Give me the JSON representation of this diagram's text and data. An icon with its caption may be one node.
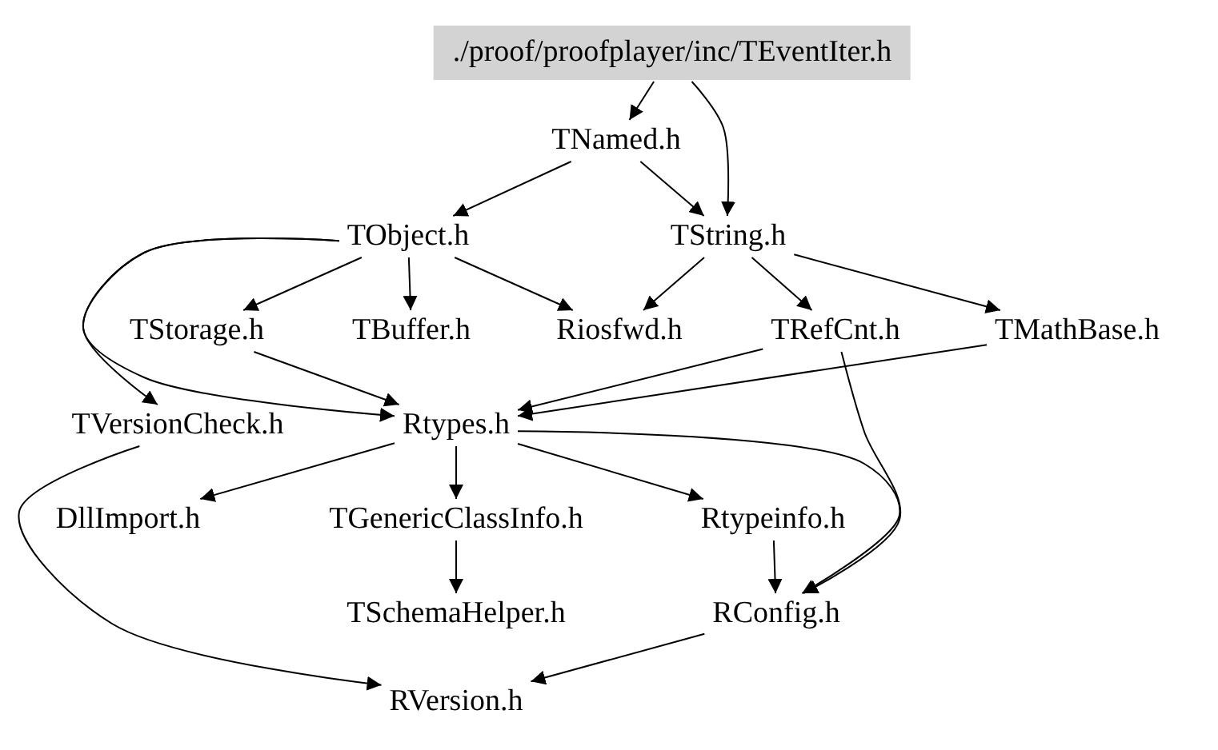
{
  "diagram": {
    "nodes": [
      {
        "text": [
          "./proof/proofplayer/inc/TEventIter.h"
        ]
      },
      {
        "text": [
          "TNamed.h"
        ]
      },
      {
        "text": [
          "TObject.h"
        ]
      },
      {
        "text": [
          "TString.h"
        ]
      },
      {
        "text": [
          "TStorage.h"
        ]
      },
      {
        "text": [
          "TBuffer.h"
        ]
      },
      {
        "text": [
          "Riosfwd.h"
        ]
      },
      {
        "text": [
          "TRefCnt.h"
        ]
      },
      {
        "text": [
          "TMathBase.h"
        ]
      },
      {
        "text": [
          "TVersionCheck.h"
        ]
      },
      {
        "text": [
          "Rtypes.h"
        ]
      },
      {
        "text": [
          "DllImport.h"
        ]
      },
      {
        "text": [
          "TGenericClassInfo.h"
        ]
      },
      {
        "text": [
          "Rtypeinfo.h"
        ]
      },
      {
        "text": [
          "TSchemaHelper.h"
        ]
      },
      {
        "text": [
          "RConfig.h"
        ]
      },
      {
        "text": [
          "RVersion.h"
        ]
      }
    ],
    "edges": [
      {
        "from": 0,
        "to": 1,
        "arrow": "to"
      },
      {
        "from": 0,
        "to": 3,
        "arrow": "to"
      },
      {
        "from": 1,
        "to": 2,
        "arrow": "to"
      },
      {
        "from": 1,
        "to": 3,
        "arrow": "to"
      },
      {
        "from": 2,
        "to": 4,
        "arrow": "to"
      },
      {
        "from": 2,
        "to": 5,
        "arrow": "to"
      },
      {
        "from": 2,
        "to": 6,
        "arrow": "to"
      },
      {
        "from": 2,
        "to": 9,
        "arrow": "to"
      },
      {
        "from": 2,
        "to": 10,
        "arrow": "to"
      },
      {
        "from": 3,
        "to": 6,
        "arrow": "to"
      },
      {
        "from": 3,
        "to": 7,
        "arrow": "to"
      },
      {
        "from": 3,
        "to": 8,
        "arrow": "to"
      },
      {
        "from": 4,
        "to": 10,
        "arrow": "to"
      },
      {
        "from": 7,
        "to": 10,
        "arrow": "to"
      },
      {
        "from": 7,
        "to": 15,
        "arrow": "to"
      },
      {
        "from": 8,
        "to": 10,
        "arrow": "to"
      },
      {
        "from": 9,
        "to": 16,
        "arrow": "to"
      },
      {
        "from": 10,
        "to": 11,
        "arrow": "to"
      },
      {
        "from": 10,
        "to": 12,
        "arrow": "to"
      },
      {
        "from": 10,
        "to": 13,
        "arrow": "to"
      },
      {
        "from": 10,
        "to": 15,
        "arrow": "to"
      },
      {
        "from": 12,
        "to": 14,
        "arrow": "to"
      },
      {
        "from": 13,
        "to": 15,
        "arrow": "to"
      },
      {
        "from": 15,
        "to": 16,
        "arrow": "to"
      }
    ]
  }
}
